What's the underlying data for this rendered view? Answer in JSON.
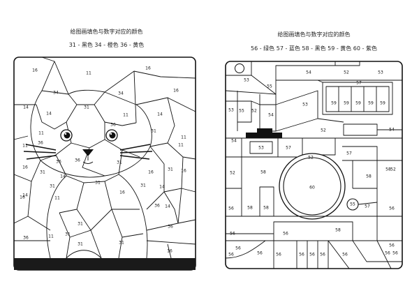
{
  "left": {
    "title": "给图画填色与数字对应的颜色",
    "legend": "31 - 黑色    34 - 橙色    36 - 黄色",
    "labels": [
      "16",
      "11",
      "16",
      "34",
      "34",
      "14",
      "31",
      "16",
      "14",
      "11",
      "11",
      "14",
      "31",
      "36",
      "36",
      "11",
      "11",
      "11",
      "16",
      "36",
      "36",
      "31",
      "16",
      "31",
      "14",
      "31",
      "16",
      "14",
      "31",
      "16",
      "31",
      "31",
      "14",
      "36",
      "11",
      "31",
      "14",
      "31",
      "16",
      "36",
      "36",
      "11",
      "31",
      "31",
      "16"
    ]
  },
  "right": {
    "title": "给图画填色与数字对应的颜色",
    "legend": "56 - 绿色    57 - 蓝色    58 - 黑色    59 - 黄色    60 - 紫色",
    "labels": [
      "52",
      "54",
      "52",
      "53",
      "53",
      "55",
      "57",
      "53",
      "55",
      "52",
      "54",
      "59",
      "59",
      "59",
      "59",
      "59",
      "53",
      "52",
      "54",
      "54",
      "53",
      "57",
      "57",
      "52",
      "52",
      "58",
      "58",
      "58",
      "60",
      "52",
      "56",
      "58",
      "58",
      "56",
      "55",
      "57",
      "56",
      "58",
      "56",
      "56",
      "56",
      "56",
      "56",
      "56",
      "56",
      "56",
      "56",
      "56",
      "56",
      "56"
    ]
  }
}
